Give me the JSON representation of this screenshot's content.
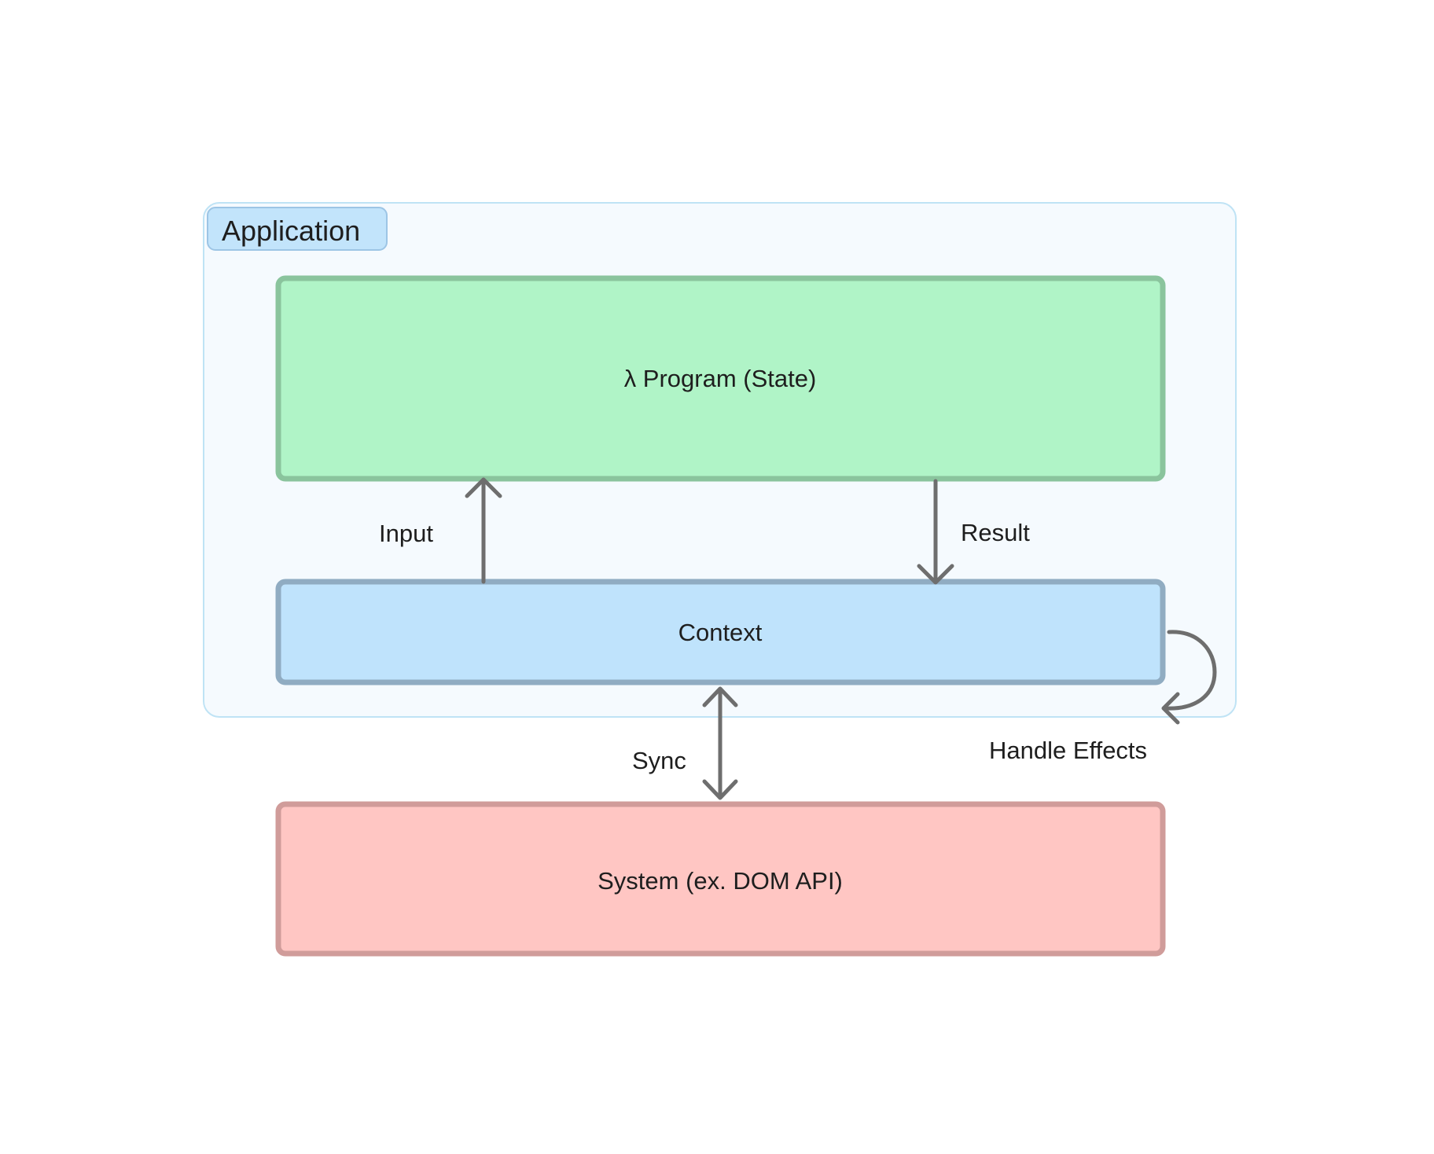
{
  "diagram": {
    "group": {
      "title": "Application"
    },
    "nodes": {
      "program": {
        "label": "λ Program (State)",
        "fill": "#b0f4c7",
        "stroke": "#8ac49d"
      },
      "context": {
        "label": "Context",
        "fill": "#bfe3fc",
        "stroke": "#90acc2"
      },
      "system": {
        "label": "System (ex. DOM API)",
        "fill": "#ffc6c3",
        "stroke": "#d09c9a"
      }
    },
    "edges": {
      "input": {
        "label": "Input"
      },
      "result": {
        "label": "Result"
      },
      "sync": {
        "label": "Sync"
      },
      "handle_effects": {
        "label": "Handle Effects"
      }
    },
    "colors": {
      "group_fill": "#f5fafe",
      "group_stroke": "#bfe3f5",
      "group_tag_fill": "#c2e4fb",
      "group_tag_stroke": "#9dc5e5",
      "arrow": "#6e6e6e"
    }
  }
}
